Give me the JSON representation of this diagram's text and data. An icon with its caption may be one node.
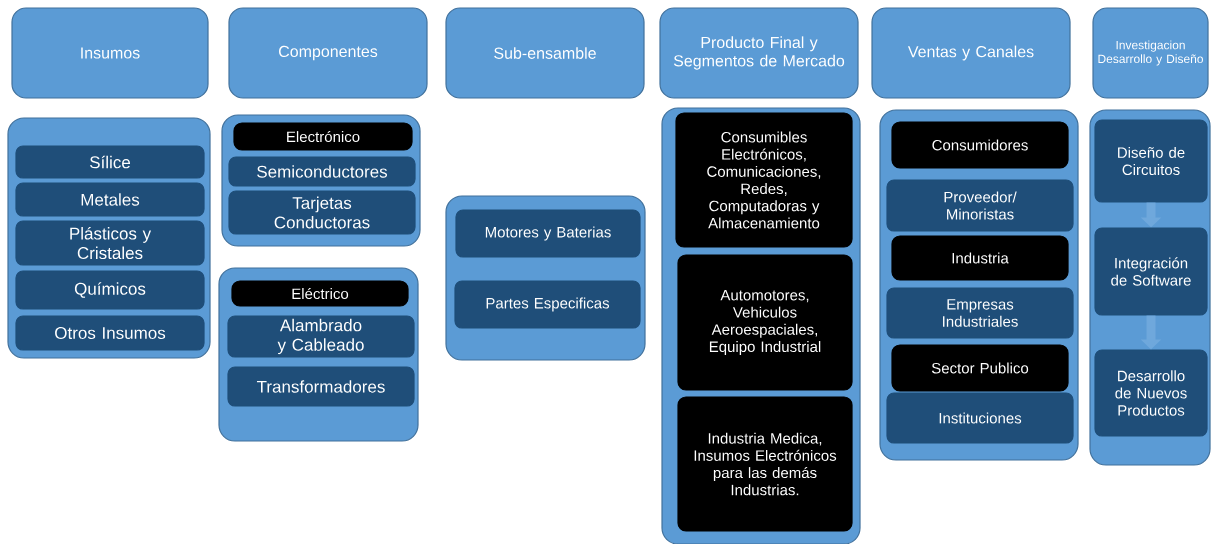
{
  "diagram": {
    "nodes": [
      {
        "text": [
          "Insumos"
        ]
      },
      {
        "text": [
          "Componentes"
        ]
      },
      {
        "text": [
          "Sub-ensamble"
        ]
      },
      {
        "text": [
          "Producto Final y Segmentos de Mercado"
        ]
      },
      {
        "text": [
          "Ventas y Canales"
        ]
      },
      {
        "text": [
          "Investigacion Desarrollo y Diseño"
        ]
      },
      {
        "text": [],
        "shape": "box"
      },
      {
        "text": [
          "Sílice"
        ],
        "in": 6
      },
      {
        "text": [
          "Metales"
        ],
        "in": 6
      },
      {
        "text": [
          "Plásticos y Cristales"
        ],
        "in": 6
      },
      {
        "text": [
          "Químicos"
        ],
        "in": 6
      },
      {
        "text": [
          "Otros Insumos"
        ],
        "in": 6
      },
      {
        "text": [],
        "shape": "box"
      },
      {
        "text": [
          "Electrónico"
        ],
        "in": 12
      },
      {
        "text": [
          "Semiconductores"
        ],
        "in": 12
      },
      {
        "text": [
          "Tarjetas Conductoras"
        ],
        "in": 12
      },
      {
        "text": [],
        "shape": "box"
      },
      {
        "text": [
          "Eléctrico"
        ],
        "in": 16
      },
      {
        "text": [
          "Alambrado y Cableado"
        ],
        "in": 16
      },
      {
        "text": [
          "Transformadores"
        ],
        "in": 16
      },
      {
        "text": [],
        "shape": "box"
      },
      {
        "text": [
          "Motores y Baterias"
        ],
        "in": 20
      },
      {
        "text": [
          "Partes Especificas"
        ],
        "in": 20
      },
      {
        "text": [],
        "shape": "box"
      },
      {
        "text": [
          "Consumibles Electrónicos, Comunicaciones, Redes, Computadoras y Almacenamiento"
        ],
        "in": 23
      },
      {
        "text": [
          "Automotores, Vehiculos Aeroespaciales, Equipo Industrial"
        ],
        "in": 23
      },
      {
        "text": [
          "Industria Medica, Insumos Electrónicos para las demás Industrias."
        ],
        "in": 23
      },
      {
        "text": [],
        "shape": "box"
      },
      {
        "text": [
          "Consumidores"
        ],
        "in": 27
      },
      {
        "text": [
          "Proveedor/ Minoristas"
        ],
        "in": 27
      },
      {
        "text": [
          "Industria"
        ],
        "in": 27
      },
      {
        "text": [
          "Empresas Industriales"
        ],
        "in": 27
      },
      {
        "text": [
          "Sector Publico"
        ],
        "in": 27
      },
      {
        "text": [
          "Instituciones"
        ],
        "in": 27
      },
      {
        "text": [],
        "shape": "box"
      },
      {
        "text": [
          "Diseño de Circuitos"
        ],
        "in": 34
      },
      {
        "text": [
          "Integración de Software"
        ],
        "in": 34
      },
      {
        "text": [
          "Desarrollo de Nuevos Productos"
        ],
        "in": 34
      }
    ],
    "edges": [
      {
        "from": 35,
        "to": 36,
        "arrow": "to"
      },
      {
        "from": 36,
        "to": 37,
        "arrow": "to"
      }
    ]
  }
}
